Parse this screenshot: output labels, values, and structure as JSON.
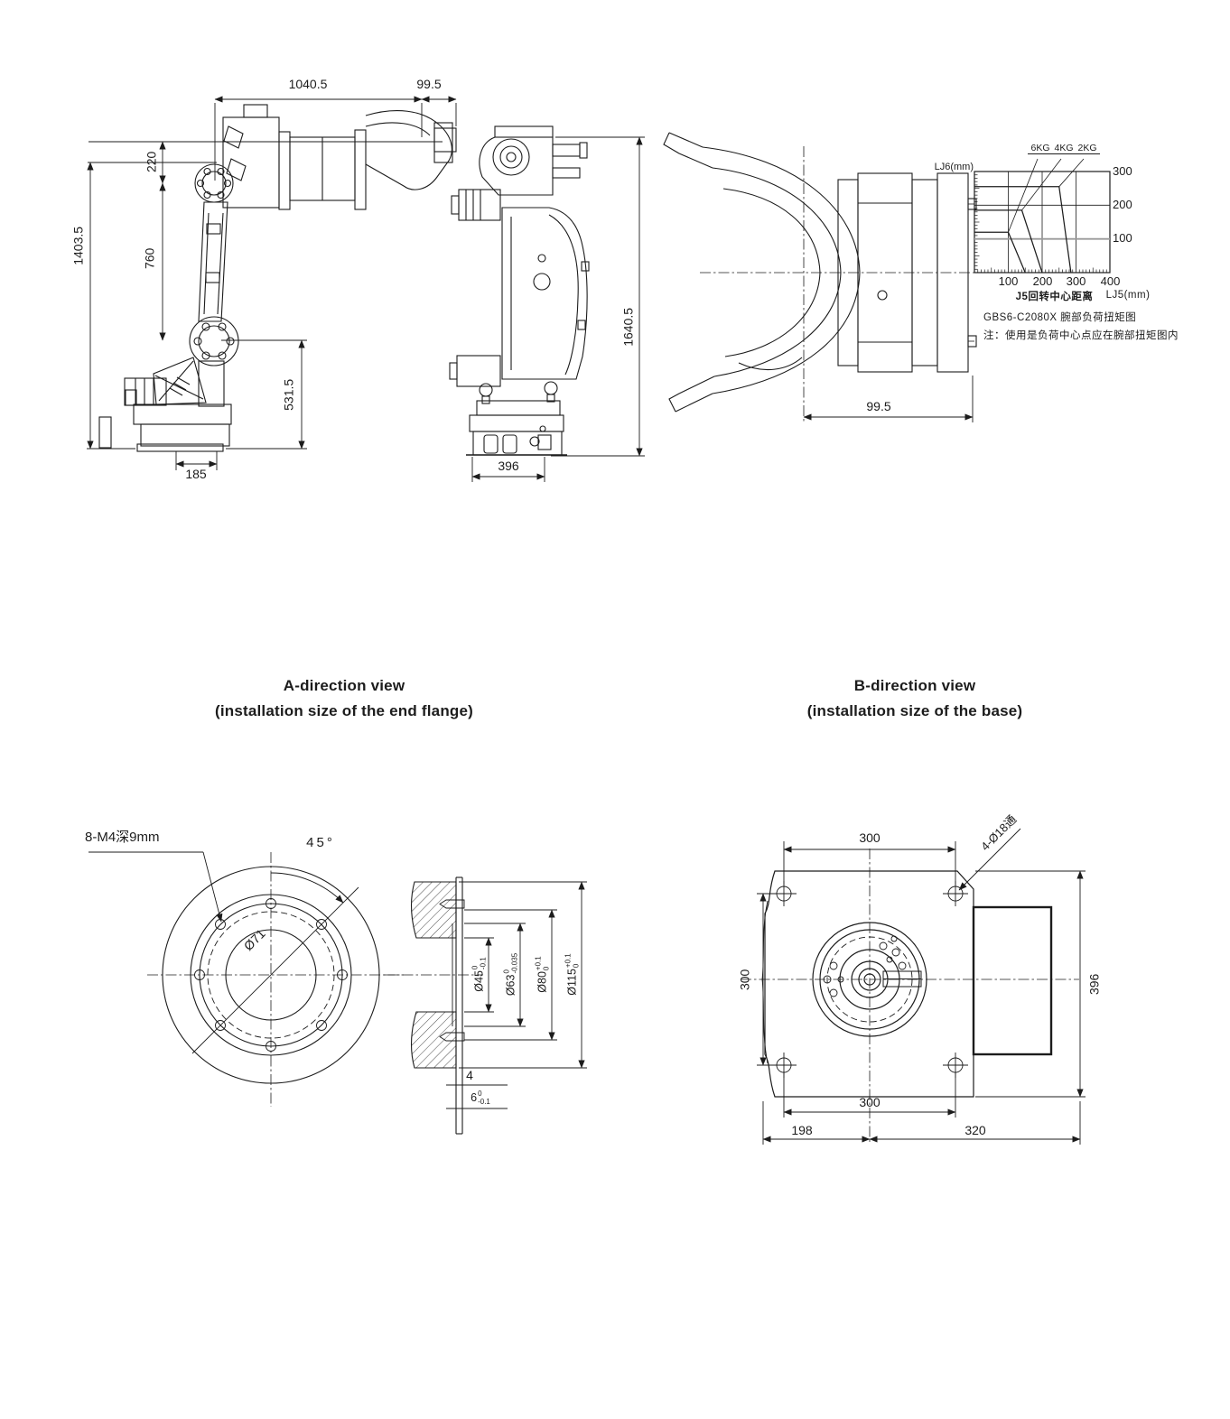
{
  "front_view": {
    "dim_1040": "1040.5",
    "dim_99": "99.5",
    "dim_220": "220",
    "dim_760": "760",
    "dim_1403": "1403.5",
    "dim_531": "531.5",
    "dim_185": "185"
  },
  "side_view": {
    "dim_1640": "1640.5",
    "dim_396": "396"
  },
  "wrist_view": {
    "dim_99": "99.5"
  },
  "chart_data": {
    "type": "line",
    "title": "GBS6-C2080X 腕部负荷扭矩图",
    "note": "注：使用是负荷中心点应在腕部扭矩图内",
    "xlabel": "J5回转中心距离",
    "x_unit_label": "LJ5(mm)",
    "ylabel": "LJ6(mm)",
    "xlim": [
      0,
      400
    ],
    "ylim": [
      0,
      300
    ],
    "x_ticks": [
      "100",
      "200",
      "300",
      "400"
    ],
    "y_ticks_top_to_bottom": [
      "300",
      "200",
      "100"
    ],
    "grid": true,
    "legend_position": "top-right",
    "series": [
      {
        "name": "6KG",
        "points": [
          [
            0,
            120
          ],
          [
            100,
            120
          ],
          [
            150,
            0
          ]
        ]
      },
      {
        "name": "4KG",
        "points": [
          [
            0,
            185
          ],
          [
            140,
            185
          ],
          [
            200,
            0
          ]
        ]
      },
      {
        "name": "2KG",
        "points": [
          [
            0,
            255
          ],
          [
            250,
            255
          ],
          [
            285,
            0
          ]
        ]
      }
    ]
  },
  "captions": {
    "a_line1": "A-direction view",
    "a_line2": "(installation size of the end flange)",
    "b_line1": "B-direction view",
    "b_line2": "(installation size of the base)"
  },
  "flange_view": {
    "holes_label": "8-M4深9mm",
    "angle_label": "45°",
    "bolt_circle_label": "Ø71",
    "section_dims": [
      {
        "dia": "Ø45",
        "tol_up": "0",
        "tol_dn": "-0.1"
      },
      {
        "dia": "Ø63",
        "tol_up": "0",
        "tol_dn": "-0.035"
      },
      {
        "dia": "Ø80",
        "tol_up": "+0.1",
        "tol_dn": "0"
      },
      {
        "dia": "Ø115",
        "tol_up": "+0.1",
        "tol_dn": "0"
      }
    ],
    "depth_label": "4",
    "spigot": {
      "dia": "6",
      "tol_up": "0",
      "tol_dn": "-0.1"
    }
  },
  "base_view": {
    "holes_label": "4-Ø18通",
    "dim_top": "300",
    "dim_left": "300",
    "dim_right": "396",
    "dim_bottom": "300",
    "dim_198": "198",
    "dim_320": "320"
  }
}
